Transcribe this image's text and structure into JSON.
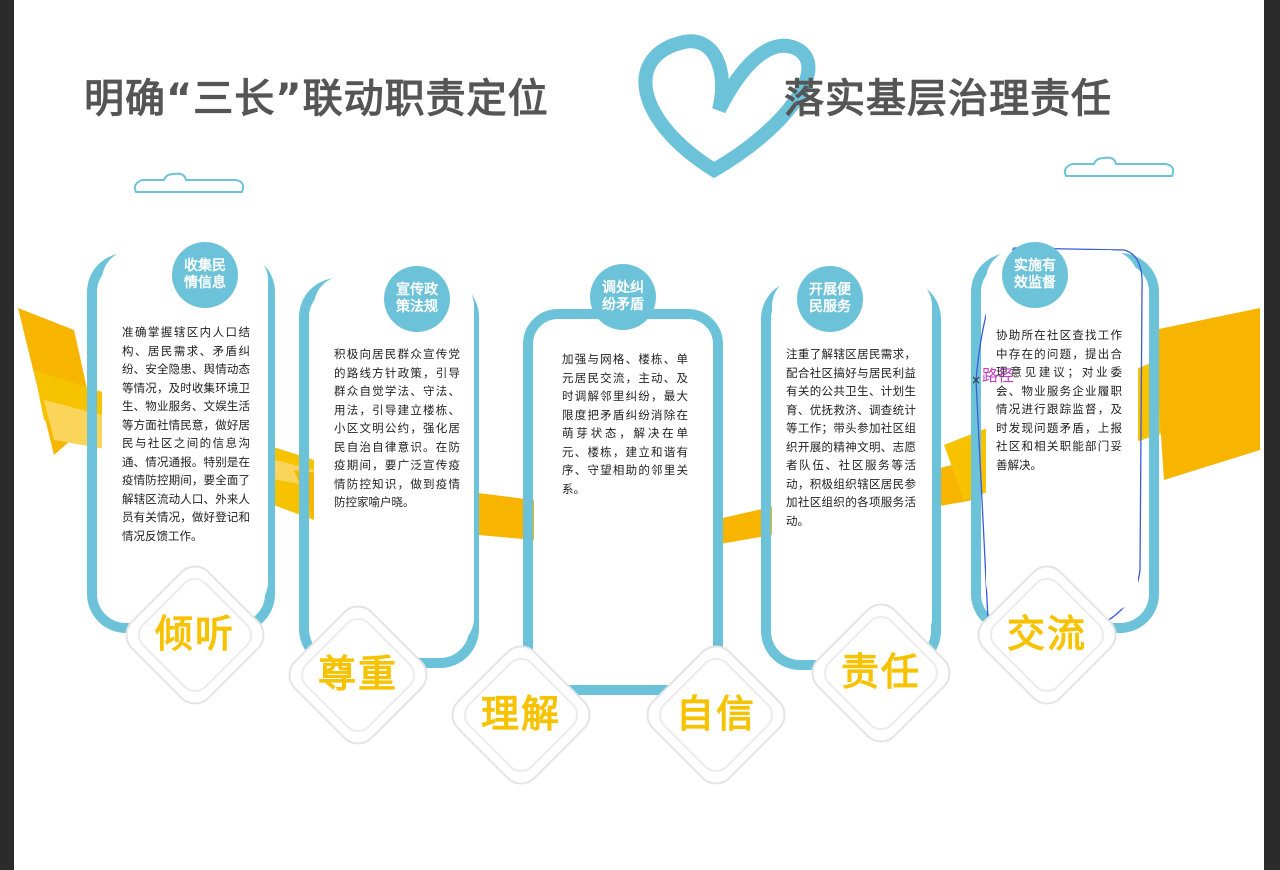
{
  "title_left": "明确“三长”联动职责定位",
  "title_right": "落实基层治理责任",
  "colors": {
    "accent": "#6cc3d9",
    "ribbon": "#f7b500",
    "keyword": "#f7c300",
    "title": "#555555"
  },
  "cards": [
    {
      "heading": "收集民情信息",
      "body": "准确掌握辖区内人口结构、居民需求、矛盾纠纷、安全隐患、舆情动态等情况，及时收集环境卫生、物业服务、文娱生活等方面社情民意，做好居民与社区之间的信息沟通、情况通报。特别是在疫情防控期间，要全面了解辖区流动人口、外来人员有关情况，做好登记和情况反馈工作。",
      "keyword": "倾听"
    },
    {
      "heading": "宣传政策法规",
      "body": "积极向居民群众宣传党的路线方针政策，引导群众自觉学法、守法、用法，引导建立楼栋、小区文明公约，强化居民自治自律意识。在防疫期间，要广泛宣传疫情防控知识，做到疫情防控家喻户晓。",
      "keyword": "尊重"
    },
    {
      "heading": "调处纠纷矛盾",
      "body": "加强与网格、楼栋、单元居民交流，主动、及时调解邻里纠纷，最大限度把矛盾纠纷消除在萌芽状态，解决在单元、楼栋，建立和谐有序、守望相助的邻里关系。",
      "keyword": "理解"
    },
    {
      "heading": "开展便民服务",
      "body": "注重了解辖区居民需求，配合社区搞好与居民利益有关的公共卫生、计划生育、优抚救济、调查统计等工作；带头参加社区组织开展的精神文明、志愿者队伍、社区服务等活动，积极组织辖区居民参加社区组织的各项服务活动。",
      "keyword": "责任"
    },
    {
      "heading": "实施有效监督",
      "body": "协助所在社区查找工作中存在的问题，提出合理意见建议；对业委会、物业服务企业履职情况进行跟踪监督，及时发现问题矛盾，上报社区和相关职能部门妥善解决。",
      "keyword": "交流"
    }
  ],
  "extra_keyword": "自信",
  "overlay_text": "路径"
}
